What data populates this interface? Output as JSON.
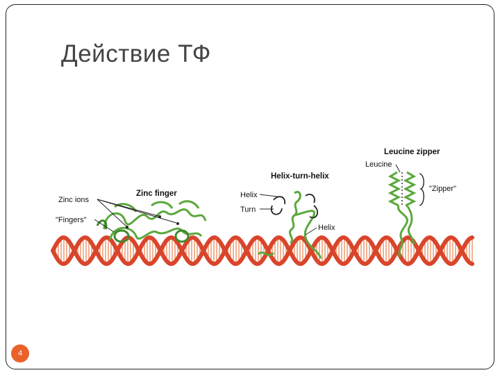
{
  "slide": {
    "title": "Действие ТФ",
    "page_number": "4"
  },
  "figure": {
    "zinc_finger": {
      "title": "Zinc finger",
      "zinc_ions_label": "Zinc ions",
      "fingers_label": "\"Fingers\""
    },
    "helix_turn_helix": {
      "title": "Helix-turn-helix",
      "helix_top_label": "Helix",
      "turn_label": "Turn",
      "helix_bottom_label": "Helix"
    },
    "leucine_zipper": {
      "title": "Leucine zipper",
      "leucine_label": "Leucine",
      "zipper_label": "\"Zipper\""
    }
  },
  "colors": {
    "dna_strand": "#d9452b",
    "dna_rungs": "#f0a07a",
    "protein": "#5aa83c",
    "badge": "#e9622a"
  }
}
